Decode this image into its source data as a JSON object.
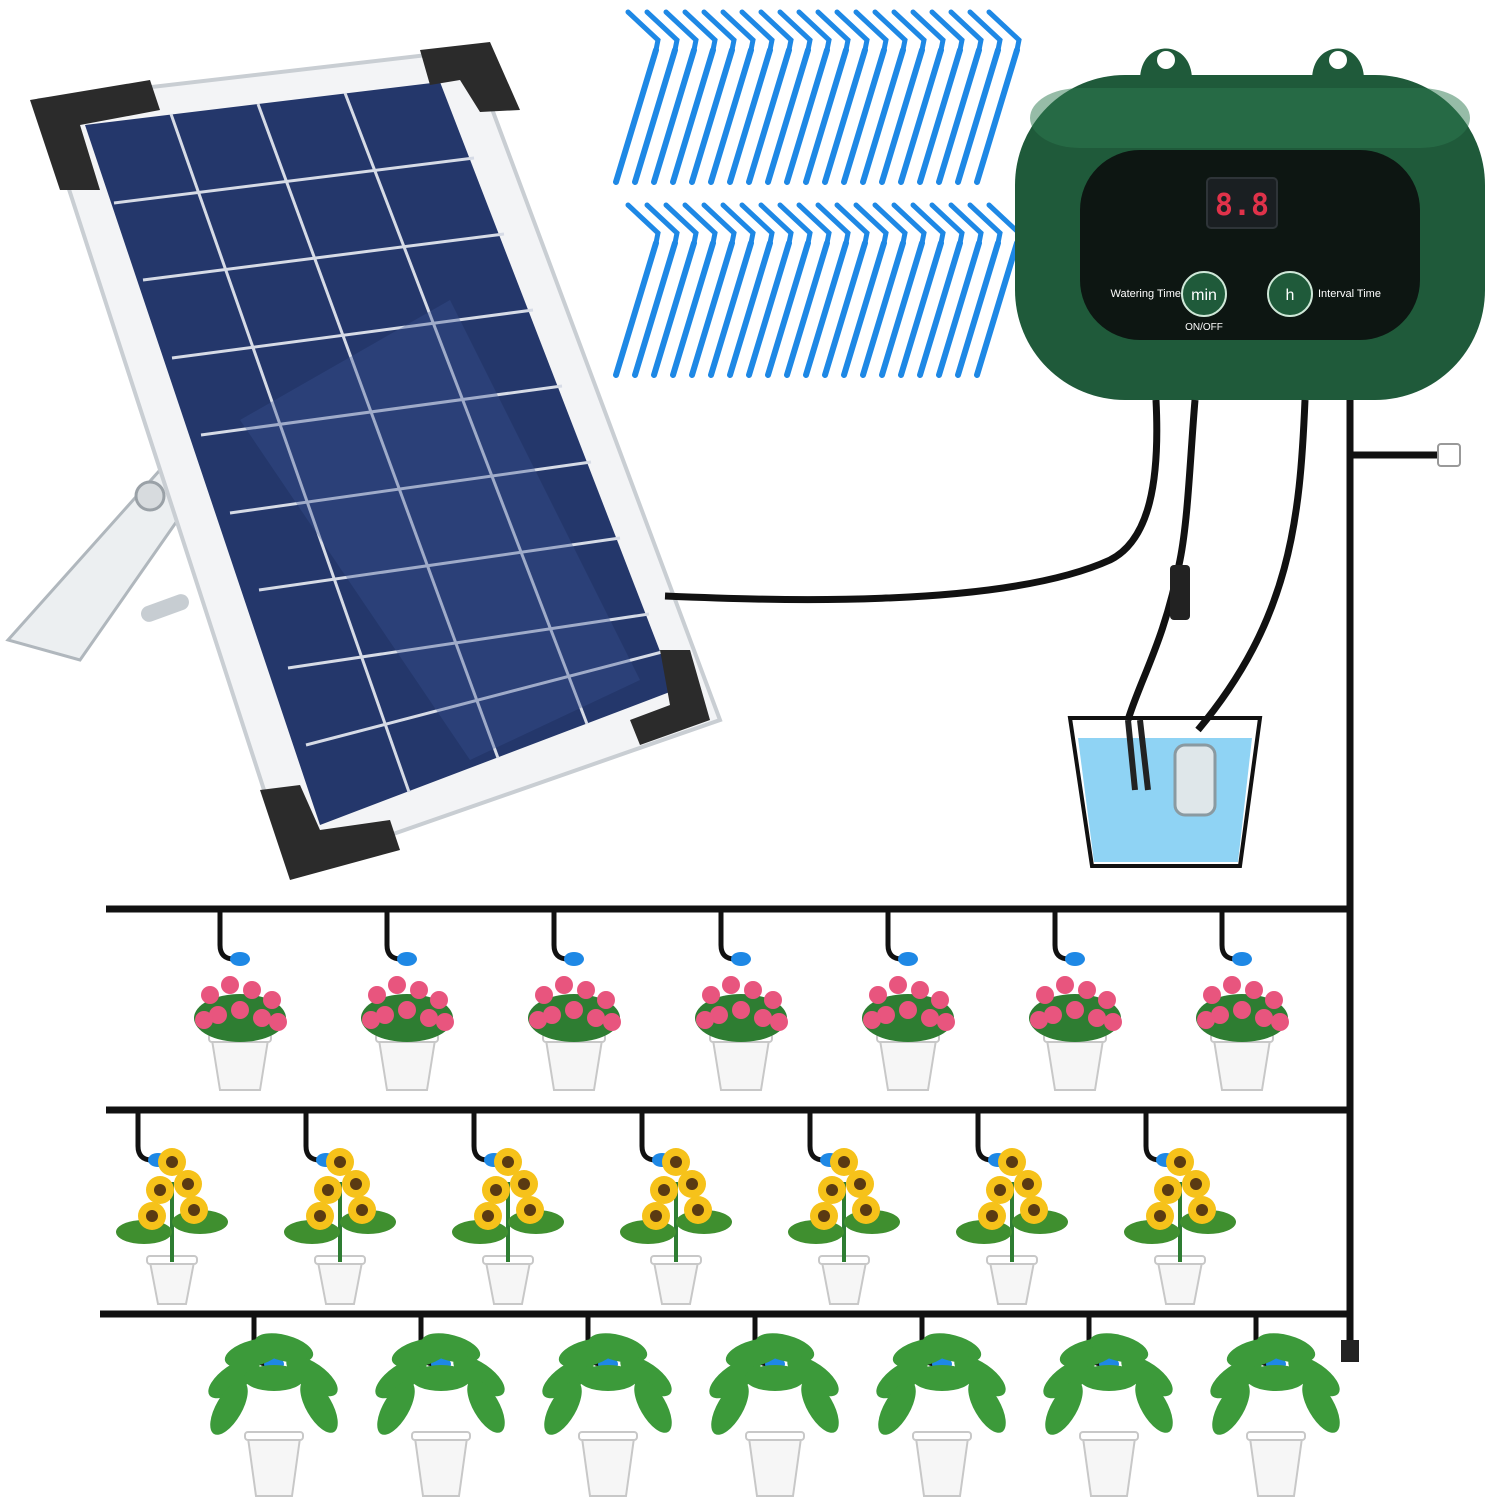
{
  "controller": {
    "display_value": "8.8",
    "watering_time_label": "Watering Time",
    "interval_time_label": "Interval Time",
    "min_button_label": "min",
    "h_button_label": "h",
    "onoff_label": "ON/OFF",
    "body_color": "#1f5a3a",
    "display_color": "#e0324a"
  },
  "kit": {
    "drip_stakes_count": 40,
    "rows": [
      {
        "plant": "pink-flower",
        "count": 7
      },
      {
        "plant": "sunflower",
        "count": 7
      },
      {
        "plant": "green-leaf-plant",
        "count": 7
      }
    ],
    "stake_color": "#1e88e5",
    "water_color": "#8fd3f4"
  }
}
